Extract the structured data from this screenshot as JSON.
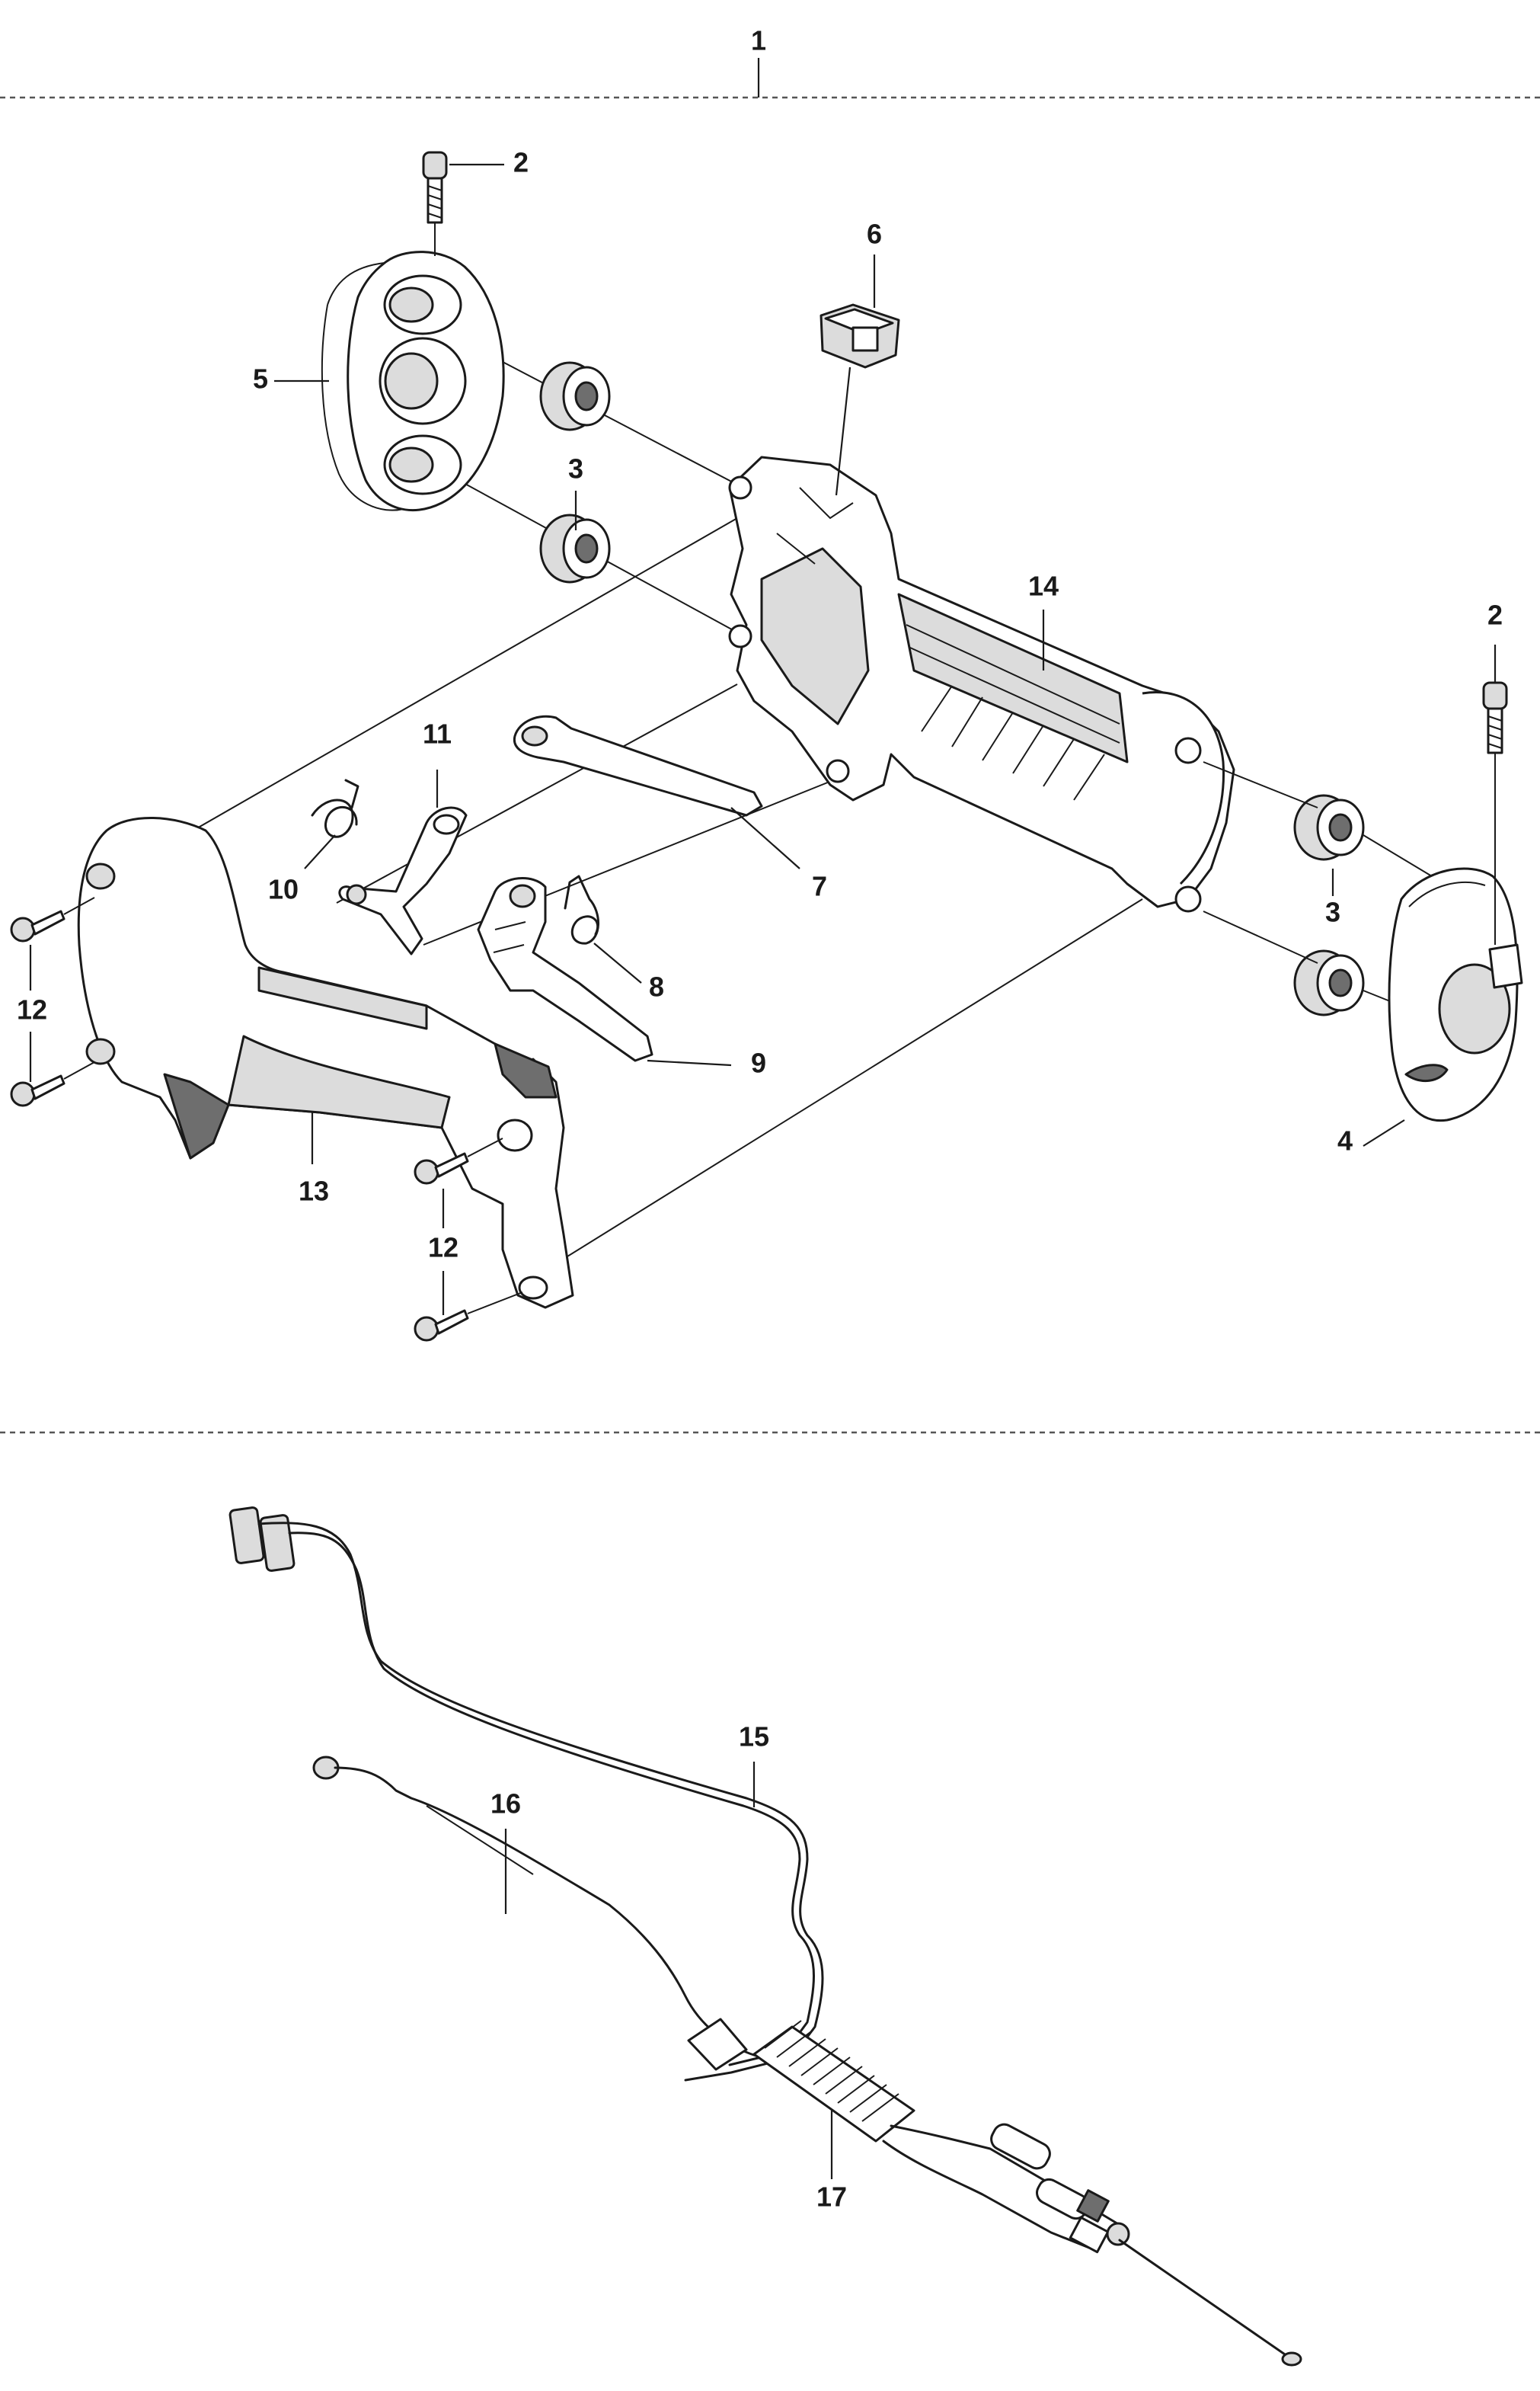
{
  "sections": [
    {
      "name": "handle-assembly",
      "label": "1"
    },
    {
      "name": "cables",
      "label": ""
    }
  ],
  "callouts": [
    {
      "id": "c1",
      "label": "1"
    },
    {
      "id": "c2a",
      "label": "2"
    },
    {
      "id": "c2b",
      "label": "2"
    },
    {
      "id": "c3a",
      "label": "3"
    },
    {
      "id": "c3b",
      "label": "3"
    },
    {
      "id": "c4",
      "label": "4"
    },
    {
      "id": "c5",
      "label": "5"
    },
    {
      "id": "c6",
      "label": "6"
    },
    {
      "id": "c7",
      "label": "7"
    },
    {
      "id": "c8",
      "label": "8"
    },
    {
      "id": "c9",
      "label": "9"
    },
    {
      "id": "c10",
      "label": "10"
    },
    {
      "id": "c11",
      "label": "11"
    },
    {
      "id": "c12a",
      "label": "12"
    },
    {
      "id": "c12b",
      "label": "12"
    },
    {
      "id": "c13",
      "label": "13"
    },
    {
      "id": "c14",
      "label": "14"
    },
    {
      "id": "c15",
      "label": "15"
    },
    {
      "id": "c16",
      "label": "16"
    },
    {
      "id": "c17",
      "label": "17"
    }
  ]
}
